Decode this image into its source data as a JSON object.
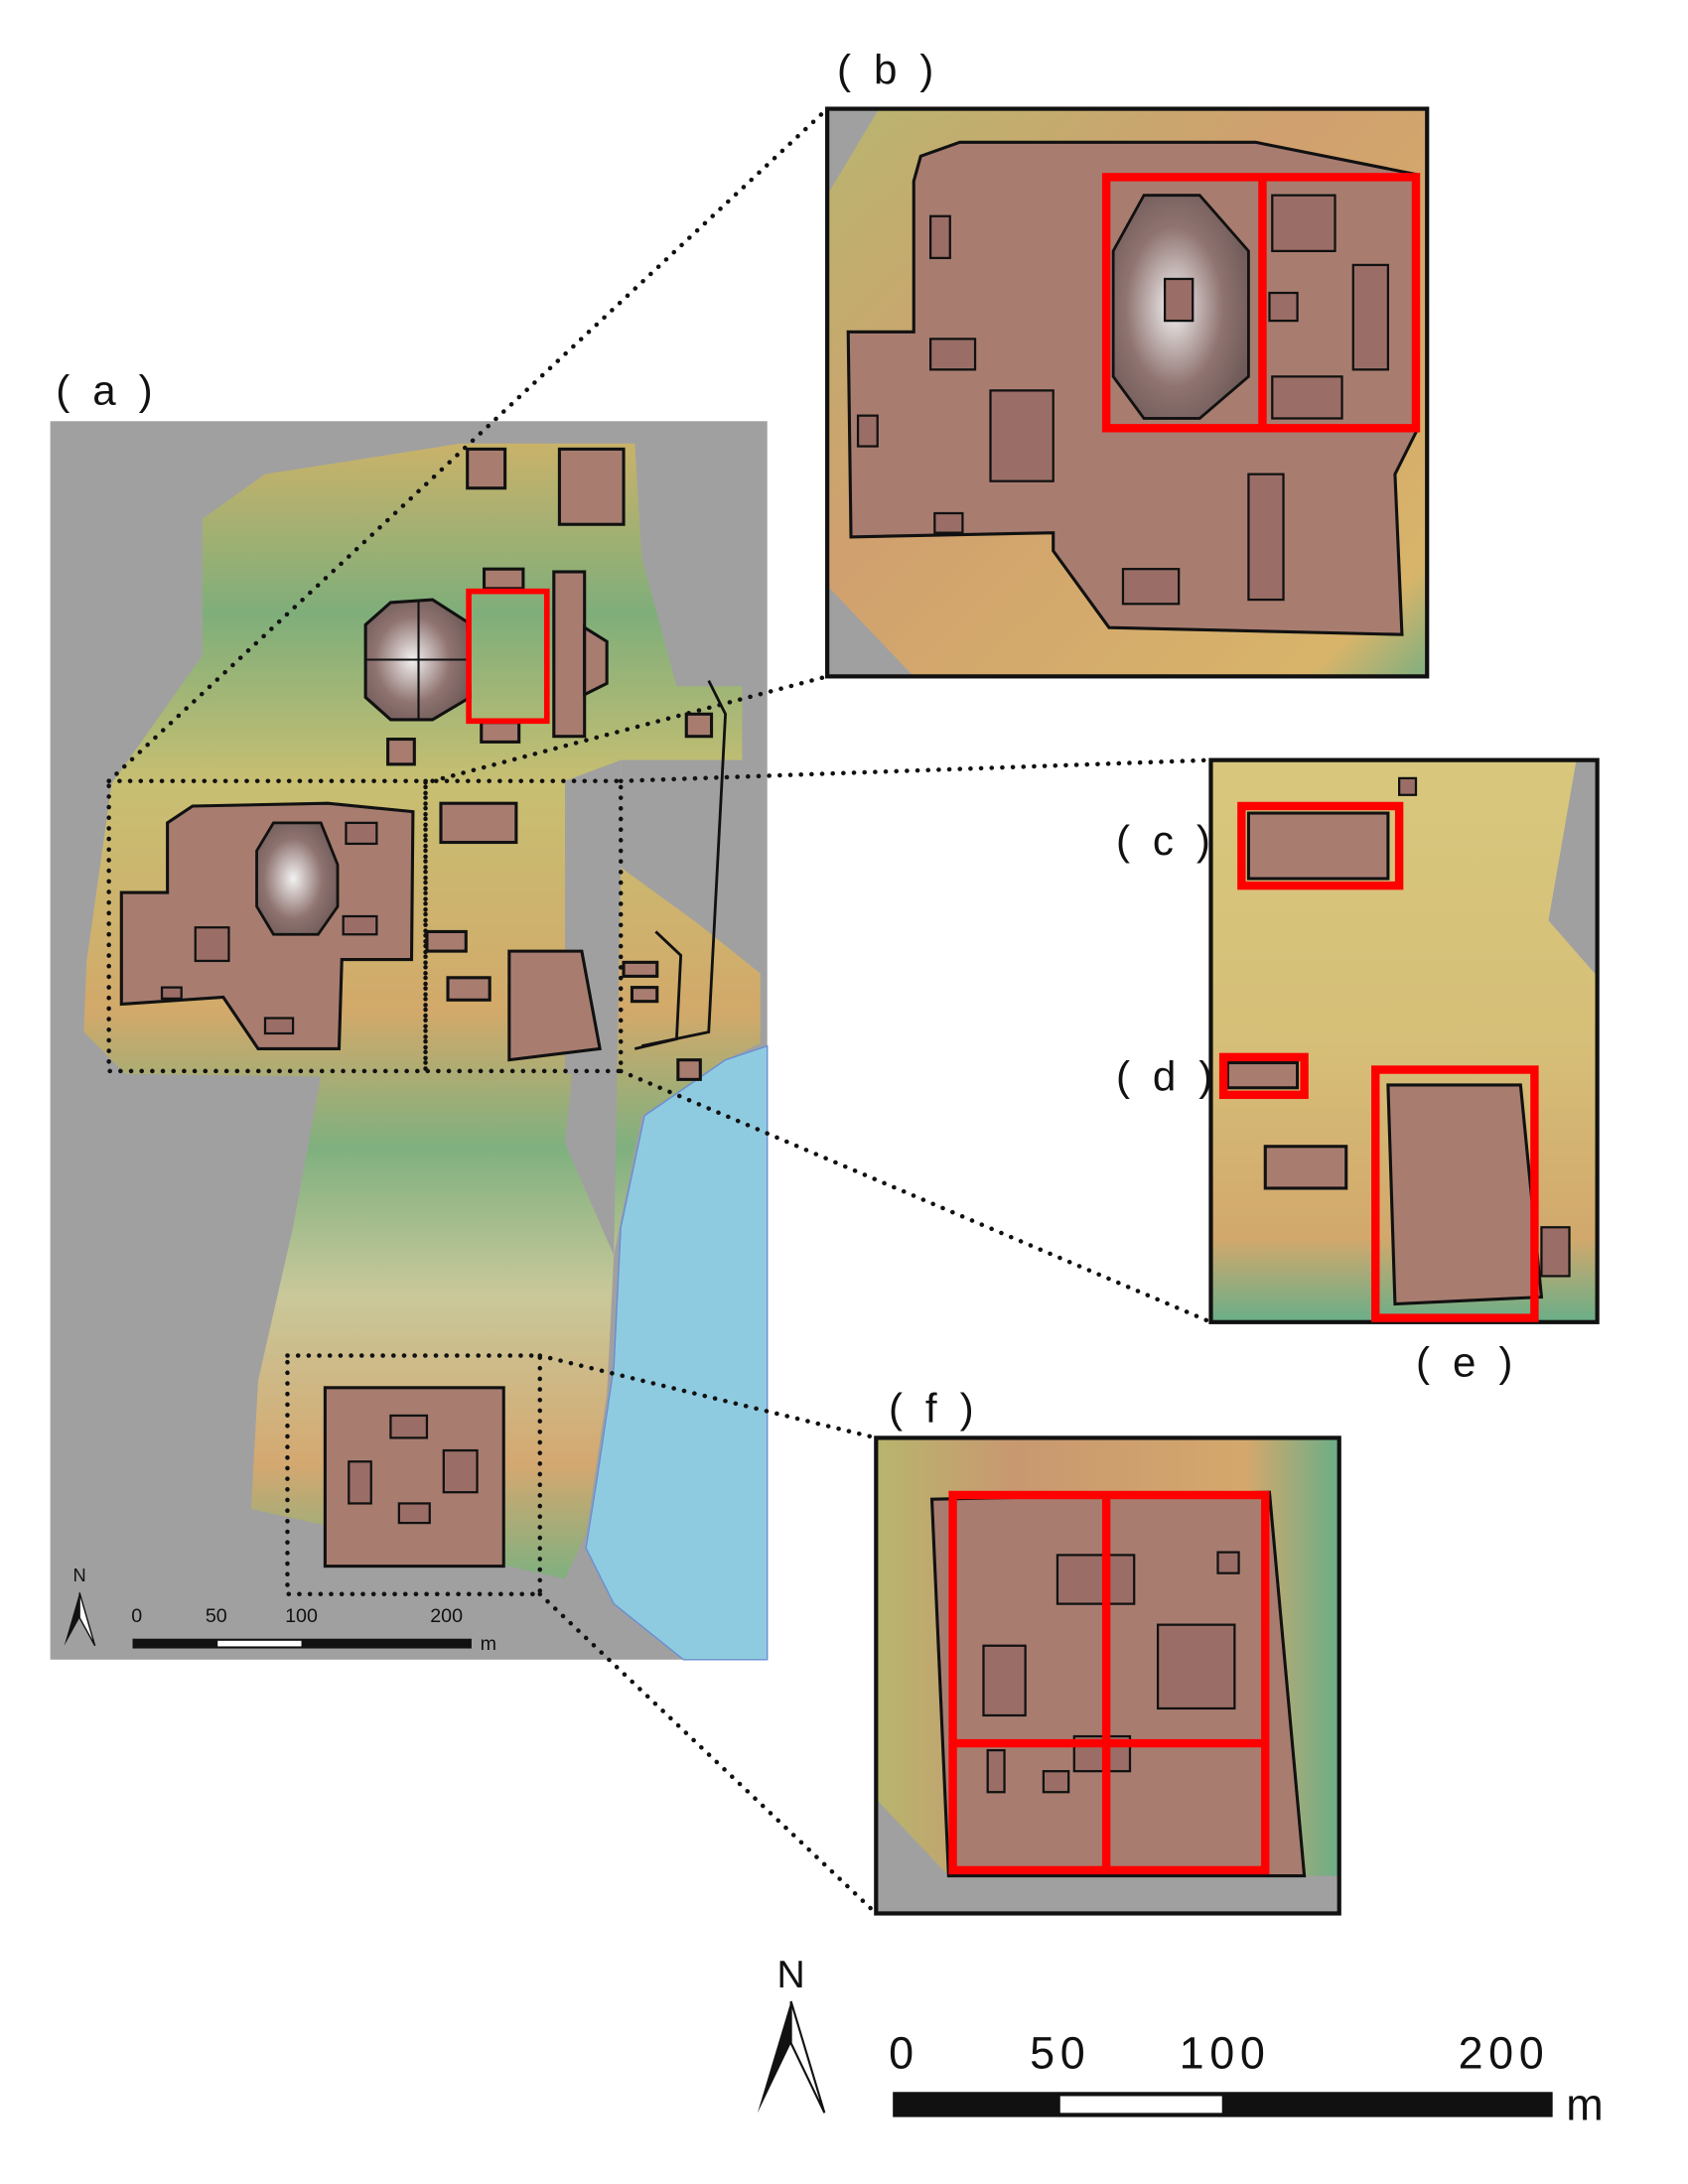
{
  "figure": {
    "panel_labels": {
      "a": "( a )",
      "b": "( b )",
      "c": "( c )",
      "d": "( d )",
      "e": "( e )",
      "f": "( f )"
    },
    "north_label": "N",
    "scale_bar": {
      "ticks": [
        "0",
        "50",
        "100",
        "200"
      ],
      "unit": "m"
    },
    "inset_scale_bar": {
      "ticks": [
        "0",
        "50",
        "100",
        "200"
      ],
      "unit": "m"
    },
    "colors": {
      "highlight": "#ff0000",
      "water": "#8fcbe0",
      "nodata": "#a0a0a0",
      "structure": "#a87d70"
    }
  }
}
